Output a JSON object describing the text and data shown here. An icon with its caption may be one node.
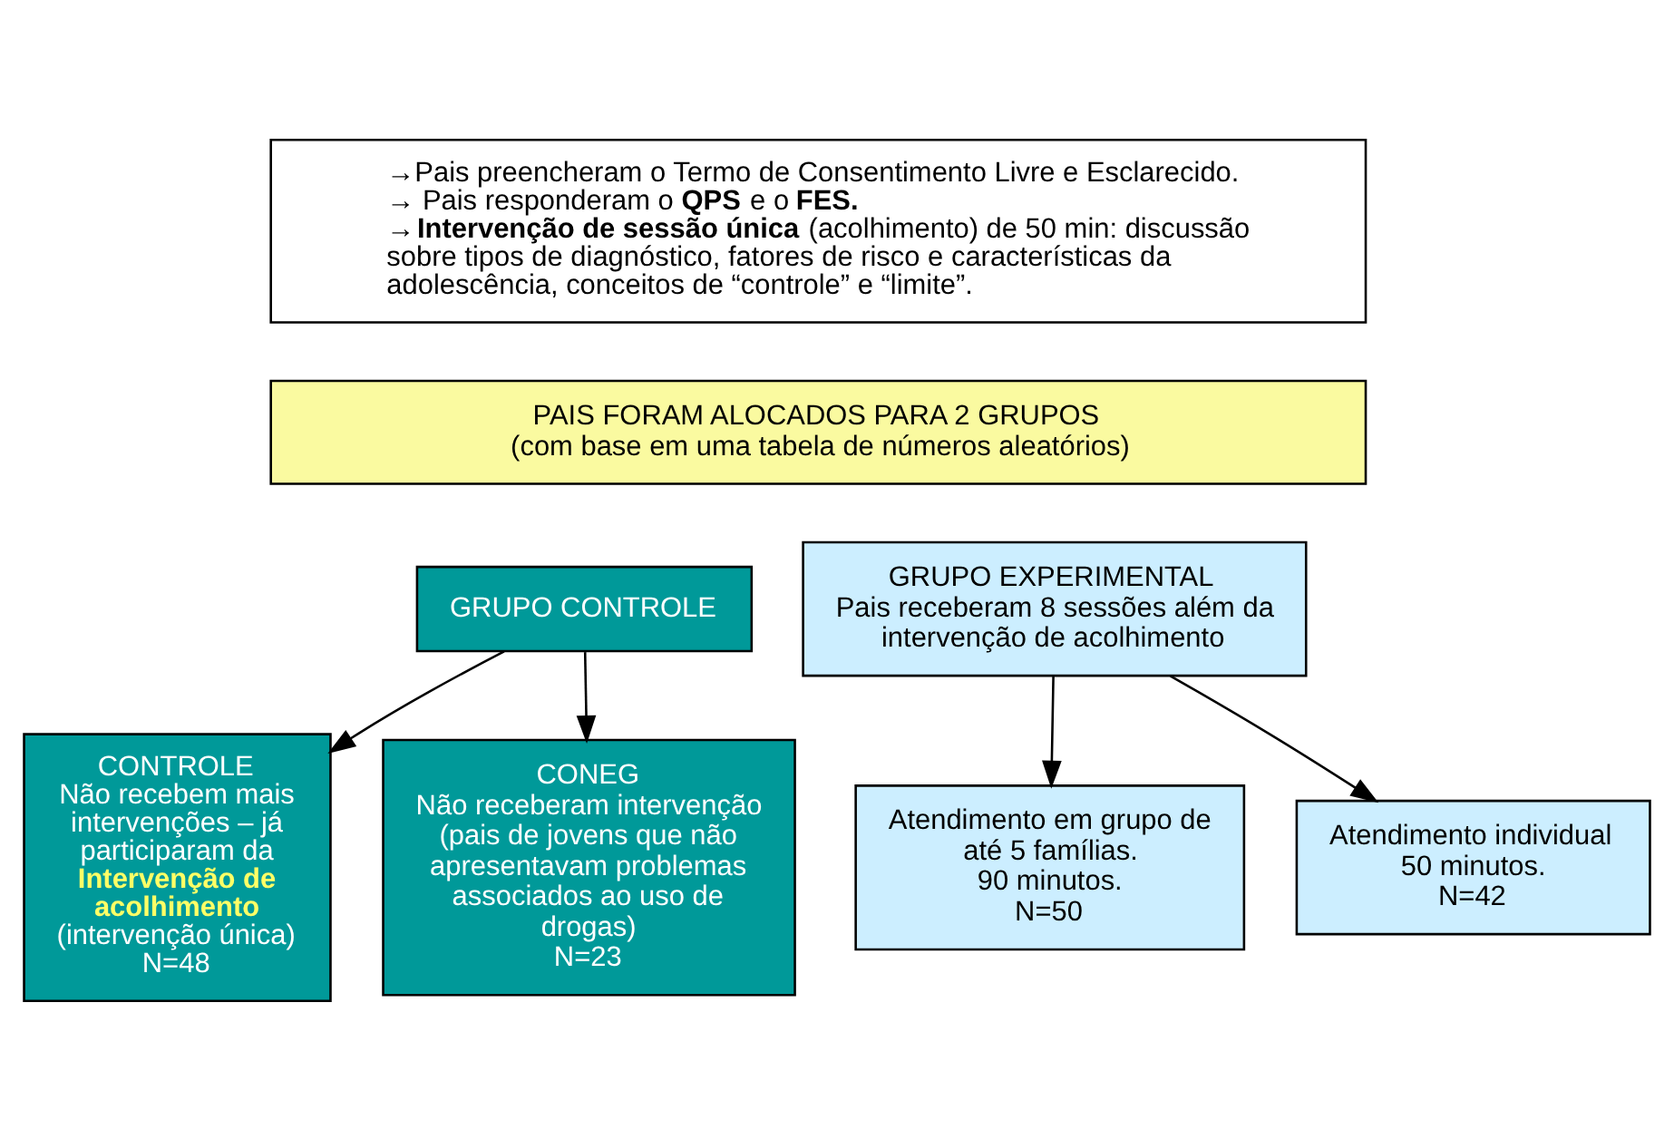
{
  "diagram": {
    "nodes": [
      {
        "text": [
          "→Pais preencheram o Termo de Consentimento Livre e Esclarecido.",
          "→ Pais responderam o **QPS** e o **FES.**",
          "→**Intervenção de sessão única** (acolhimento) de 50 min: discussão sobre tipos de diagnóstico, fatores de risco e características da adolescência, conceitos de “controle” e “limite”."
        ]
      },
      {
        "text": [
          "PAIS FORAM ALOCADOS PARA 2 GRUPOS",
          "(com base em uma tabela de números aleatórios)"
        ]
      },
      {
        "text": [
          "GRUPO CONTROLE"
        ]
      },
      {
        "text": [
          "GRUPO EXPERIMENTAL",
          "Pais receberam 8 sessões além da intervenção de acolhimento"
        ]
      },
      {
        "text": [
          "CONTROLE",
          "Não recebem mais intervenções – já participaram da **Intervenção de acolhimento** (intervenção única)",
          "N=48"
        ]
      },
      {
        "text": [
          "CONEG",
          "Não receberam intervenção (pais de jovens que não apresentavam problemas associados ao uso de drogas)",
          "N=23"
        ]
      },
      {
        "text": [
          "Atendimento em grupo de até 5 famílias.",
          "90 minutos.",
          "N=50"
        ]
      },
      {
        "text": [
          "Atendimento individual",
          "50 minutos.",
          "N=42"
        ]
      }
    ],
    "edges": [
      {
        "from": 2,
        "to": 4,
        "arrow": "to"
      },
      {
        "from": 2,
        "to": 5,
        "arrow": "to"
      },
      {
        "from": 3,
        "to": 6,
        "arrow": "to"
      },
      {
        "from": 3,
        "to": 7,
        "arrow": "to"
      }
    ]
  }
}
